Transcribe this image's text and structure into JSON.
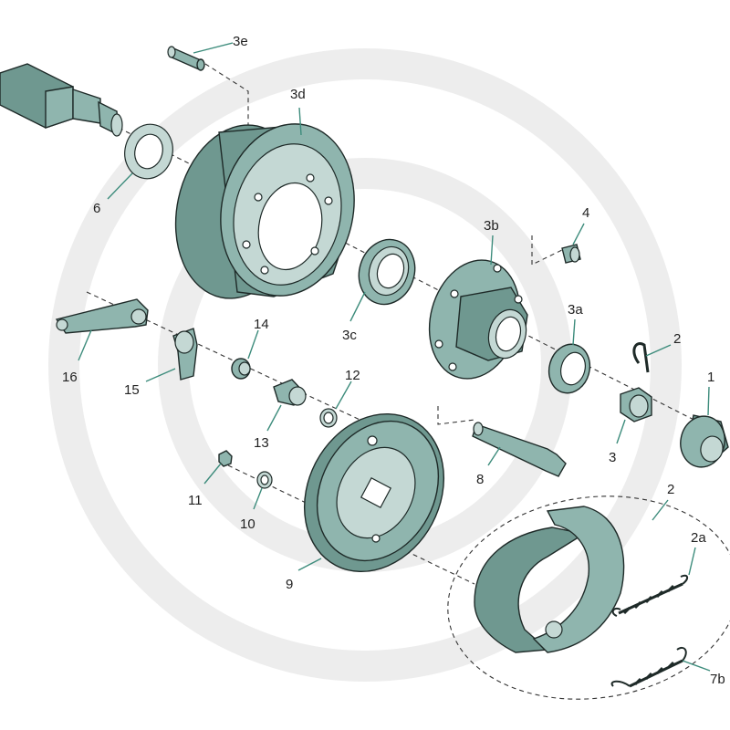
{
  "labels": {
    "l1": "1",
    "l2": "2",
    "l2b": "2",
    "l2a": "2a",
    "l3": "3",
    "l3a": "3a",
    "l3b": "3b",
    "l3c": "3c",
    "l3d": "3d",
    "l3e": "3e",
    "l4": "4",
    "l6": "6",
    "l7b": "7b",
    "l8": "8",
    "l9": "9",
    "l10": "10",
    "l11": "11",
    "l12": "12",
    "l13": "13",
    "l14": "14",
    "l15": "15",
    "l16": "16"
  },
  "colors": {
    "part_fill": "#8fb5ae",
    "part_dark": "#6f9890",
    "leader_line": "#3d8c7c",
    "watermark": "#ededed"
  }
}
